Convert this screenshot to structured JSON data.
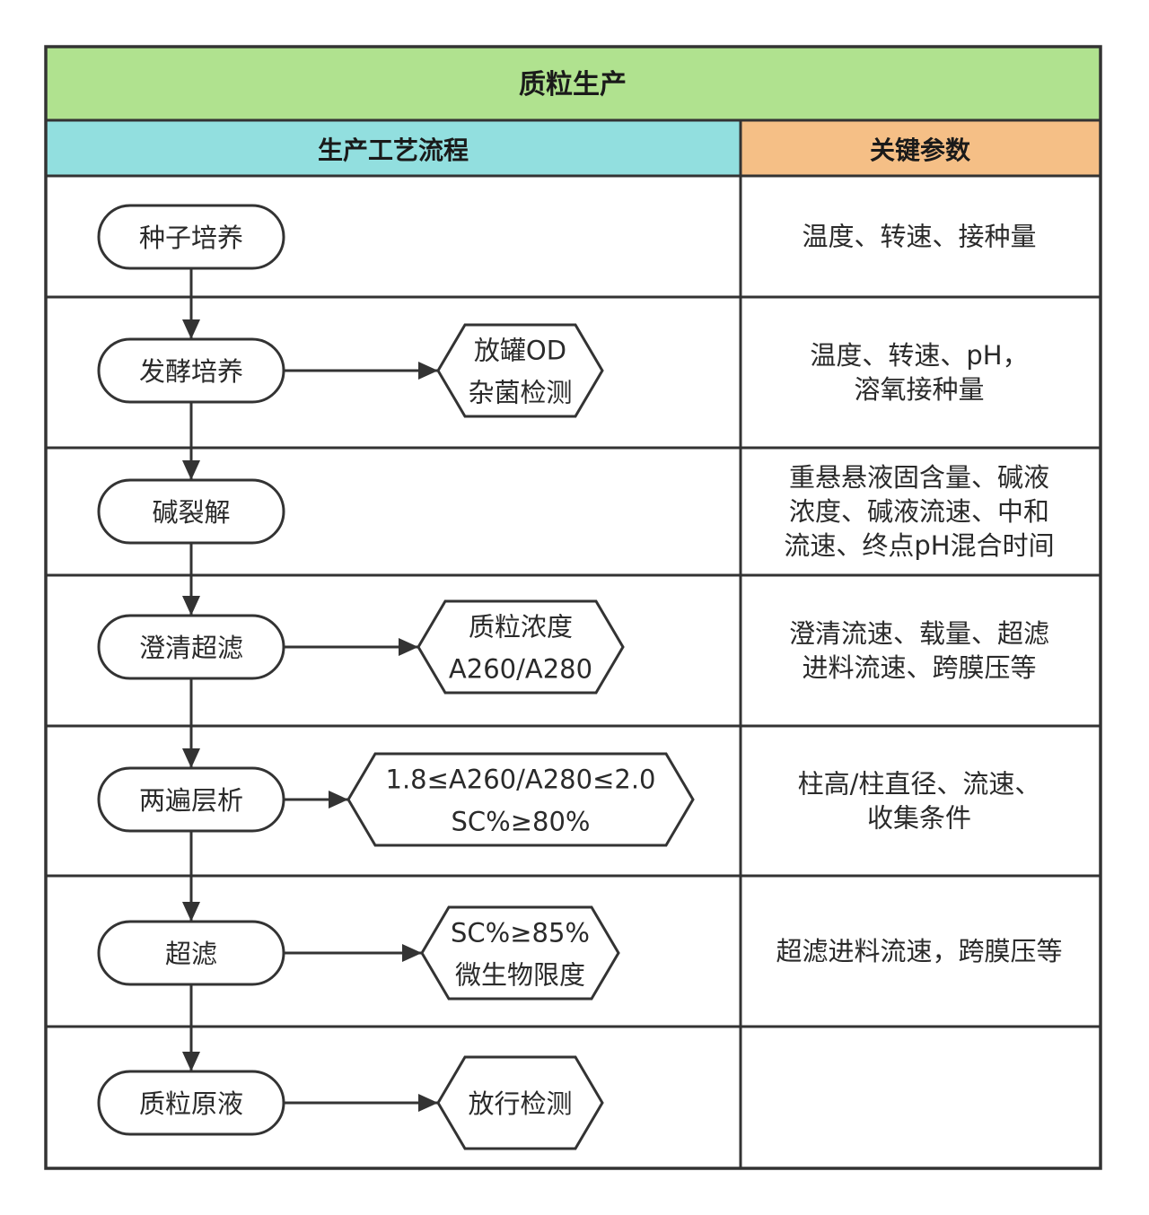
{
  "title": "质粒生产",
  "columns": {
    "process": "生产工艺流程",
    "params": "关键参数"
  },
  "colors": {
    "title_bg": "#b0e28f",
    "process_header_bg": "#92dfdf",
    "params_header_bg": "#f5bf86",
    "border": "#333333"
  },
  "rows": [
    {
      "step": "种子培养",
      "check": [],
      "params": [
        "温度、转速、接种量"
      ]
    },
    {
      "step": "发酵培养",
      "check": [
        "放罐OD",
        "杂菌检测"
      ],
      "params": [
        "温度、转速、pH，",
        "溶氧接种量"
      ]
    },
    {
      "step": "碱裂解",
      "check": [],
      "params": [
        "重悬悬液固含量、碱液",
        "浓度、碱液流速、中和",
        "流速、终点pH混合时间"
      ]
    },
    {
      "step": "澄清超滤",
      "check": [
        "质粒浓度",
        "A260/A280"
      ],
      "params": [
        "澄清流速、载量、超滤",
        "进料流速、跨膜压等"
      ]
    },
    {
      "step": "两遍层析",
      "check": [
        "1.8≤A260/A280≤2.0",
        "SC%≥80%"
      ],
      "params": [
        "柱高/柱直径、流速、",
        "收集条件"
      ]
    },
    {
      "step": "超滤",
      "check": [
        "SC%≥85%",
        "微生物限度"
      ],
      "params": [
        "超滤进料流速，跨膜压等"
      ]
    },
    {
      "step": "质粒原液",
      "check": [
        "放行检测"
      ],
      "params": []
    }
  ]
}
